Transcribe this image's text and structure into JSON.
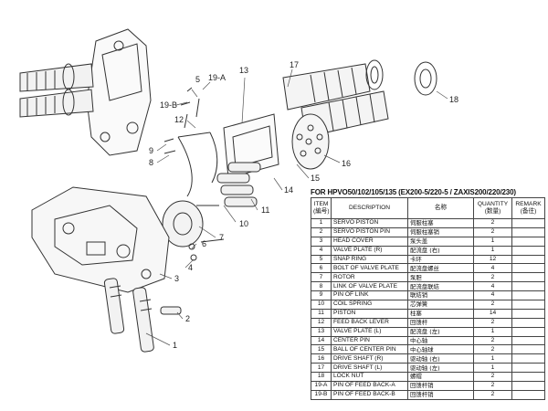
{
  "title": "FOR HPVO50/102/105/135 (EX200-5/220-5 / ZAXIS200/220/230)",
  "headers": {
    "item": "ITEM",
    "item_cn": "(編号)",
    "description": "DESCRIPTION",
    "name_cn": "名称",
    "quantity": "QUANTITY",
    "quantity_cn": "(数量)",
    "remark": "REMARK",
    "remark_cn": "(备往)"
  },
  "parts": [
    {
      "item": "1",
      "desc": "SERVO PISTON",
      "cn": "伺服柱塞",
      "qty": "2",
      "remark": ""
    },
    {
      "item": "2",
      "desc": "SERVO PISTON PIN",
      "cn": "伺服柱塞销",
      "qty": "2",
      "remark": ""
    },
    {
      "item": "3",
      "desc": "HEAD COVER",
      "cn": "泵头盖",
      "qty": "1",
      "remark": ""
    },
    {
      "item": "4",
      "desc": "VALVE PLATE (R)",
      "cn": "配流盘 (右)",
      "qty": "1",
      "remark": ""
    },
    {
      "item": "5",
      "desc": "SNAP RING",
      "cn": "卡环",
      "qty": "12",
      "remark": ""
    },
    {
      "item": "6",
      "desc": "BOLT OF VALVE PLATE",
      "cn": "配流盘螺丝",
      "qty": "4",
      "remark": ""
    },
    {
      "item": "7",
      "desc": "ROTOR",
      "cn": "泵胆",
      "qty": "2",
      "remark": ""
    },
    {
      "item": "8",
      "desc": "LINK OF VALVE PLATE",
      "cn": "配流盘联結",
      "qty": "4",
      "remark": ""
    },
    {
      "item": "9",
      "desc": "PIN OF LINK",
      "cn": "联結销",
      "qty": "4",
      "remark": ""
    },
    {
      "item": "10",
      "desc": "COIL SPRING",
      "cn": "芯弹簧",
      "qty": "2",
      "remark": ""
    },
    {
      "item": "11",
      "desc": "PISTON",
      "cn": "柱塞",
      "qty": "14",
      "remark": ""
    },
    {
      "item": "12",
      "desc": "FEED BACK LEVER",
      "cn": "回馈杆",
      "qty": "2",
      "remark": ""
    },
    {
      "item": "13",
      "desc": "VALVE PLATE (L)",
      "cn": "配流盘 (左)",
      "qty": "1",
      "remark": ""
    },
    {
      "item": "14",
      "desc": "CENTER PIN",
      "cn": "中心轴",
      "qty": "2",
      "remark": ""
    },
    {
      "item": "15",
      "desc": "BALL OF CENTER PIN",
      "cn": "中心轴球",
      "qty": "2",
      "remark": ""
    },
    {
      "item": "16",
      "desc": "DRIVE SHAFT (R)",
      "cn": "驱动轴 (右)",
      "qty": "1",
      "remark": ""
    },
    {
      "item": "17",
      "desc": "DRIVE SHAFT (L)",
      "cn": "驱动轴 (左)",
      "qty": "1",
      "remark": ""
    },
    {
      "item": "18",
      "desc": "LOCK NUT",
      "cn": "螺帽",
      "qty": "2",
      "remark": ""
    },
    {
      "item": "19-A",
      "desc": "PIN OF FEED BACK-A",
      "cn": "回馈杆销",
      "qty": "2",
      "remark": ""
    },
    {
      "item": "19-B",
      "desc": "PIN OF FEED BACK-B",
      "cn": "回馈杆销",
      "qty": "2",
      "remark": ""
    }
  ],
  "callouts": [
    "1",
    "2",
    "3",
    "4",
    "5",
    "6",
    "7",
    "8",
    "9",
    "10",
    "11",
    "12",
    "13",
    "14",
    "15",
    "16",
    "17",
    "18",
    "19-A",
    "19-B"
  ],
  "colors": {
    "line": "#333333",
    "background": "#ffffff"
  }
}
